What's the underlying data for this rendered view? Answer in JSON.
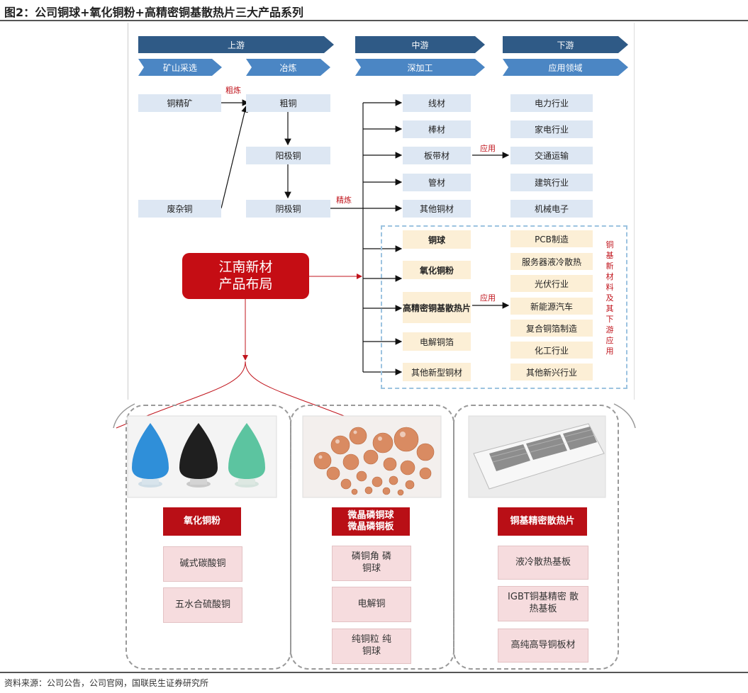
{
  "title": "图2：公司铜球+氧化铜粉+高精密铜基散热片三大产品系列",
  "source": "资料来源：公司公告，公司官网，国联民生证券研究所",
  "stages": {
    "upstream": "上游",
    "midstream": "中游",
    "downstream": "下游",
    "mining": "矿山采选",
    "smelting": "冶炼",
    "deep_processing": "深加工",
    "application_field": "应用领域"
  },
  "upstream_flow": {
    "concentrate": "铜精矿",
    "blister": "粗铜",
    "scrap": "废杂铜",
    "anode": "阳极铜",
    "cathode": "阴极铜",
    "label_rough": "粗炼",
    "label_refine": "精炼"
  },
  "mid_products": [
    "线材",
    "棒材",
    "板带材",
    "管材",
    "其他铜材"
  ],
  "down_industries": [
    "电力行业",
    "家电行业",
    "交通运输",
    "建筑行业",
    "机械电子"
  ],
  "label_apply": "应用",
  "company": {
    "line1": "江南新材",
    "line2": "产品布局"
  },
  "new_products": [
    "铜球",
    "氧化铜粉",
    "高精密铜基散热片",
    "电解铜箔",
    "其他新型铜材"
  ],
  "new_applications": [
    "PCB制造",
    "服务器液冷散热",
    "光伏行业",
    "新能源汽车",
    "复合铜箔制造",
    "化工行业",
    "其他新兴行业"
  ],
  "side_label": "铜基新材料及其下游应用",
  "cards": [
    {
      "header": "氧化铜粉",
      "items": [
        "碱式碳酸铜",
        "五水合硫酸铜"
      ]
    },
    {
      "header": "微晶磷铜球 微晶磷铜板",
      "items": [
        "磷铜角 磷铜球",
        "电解铜",
        "纯铜粒 纯铜球"
      ]
    },
    {
      "header": "铜基精密散热片",
      "items": [
        "液冷散热基板",
        "IGBT铜基精密 散热基板",
        "高纯高导铜板材"
      ]
    }
  ],
  "colors": {
    "accent_red": "#c50d14",
    "band_dark": "#2f5a86",
    "band_light": "#4b86c4",
    "box_blue": "#dde7f3",
    "box_yellow": "#fcefd6",
    "card_pink": "#f6dcde"
  }
}
